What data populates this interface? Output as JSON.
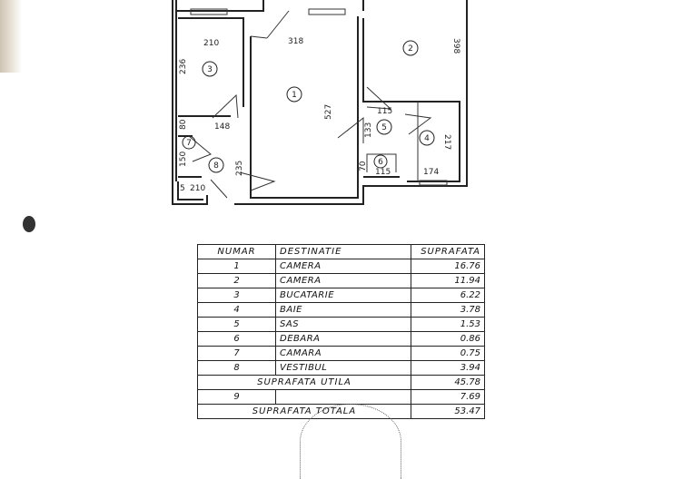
{
  "plan": {
    "dimensions": {
      "d210_top": "210",
      "d318": "318",
      "d398": "398",
      "d236": "236",
      "d527": "527",
      "d148": "148",
      "d115_top": "115",
      "d133": "133",
      "d217": "217",
      "d150": "150",
      "d235": "235",
      "d115_bottom": "115",
      "d174": "174",
      "d210_bottom": "210",
      "d5": "5",
      "d80": "80",
      "d70": "70"
    },
    "rooms": [
      "1",
      "2",
      "3",
      "4",
      "5",
      "6",
      "7",
      "8"
    ]
  },
  "table": {
    "headers": [
      "NUMAR",
      "DESTINATIE",
      "SUPRAFATA"
    ],
    "rows": [
      {
        "num": "1",
        "dest": "CAMERA",
        "area": "16.76"
      },
      {
        "num": "2",
        "dest": "CAMERA",
        "area": "11.94"
      },
      {
        "num": "3",
        "dest": "BUCATARIE",
        "area": "6.22"
      },
      {
        "num": "4",
        "dest": "BAIE",
        "area": "3.78"
      },
      {
        "num": "5",
        "dest": "SAS",
        "area": "1.53"
      },
      {
        "num": "6",
        "dest": "DEBARA",
        "area": "0.86"
      },
      {
        "num": "7",
        "dest": "CAMARA",
        "area": "0.75"
      },
      {
        "num": "8",
        "dest": "VESTIBUL",
        "area": "3.94"
      }
    ],
    "util_label": "SUPRAFATA UTILA",
    "util_value": "45.78",
    "row9_num": "9",
    "row9_area": "7.69",
    "total_label": "SUPRAFATA TOTALA",
    "total_value": "53.47"
  }
}
